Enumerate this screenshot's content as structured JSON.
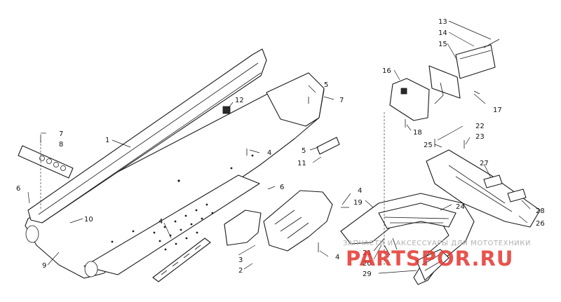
{
  "callouts": {
    "c1": "1",
    "c2": "2",
    "c3": "3",
    "c4a": "4",
    "c4b": "4",
    "c4c": "4",
    "c4d": "4",
    "c5a": "5",
    "c5b": "5",
    "c6a": "6",
    "c6b": "6",
    "c7a": "7",
    "c7b": "7",
    "c8": "8",
    "c9": "9",
    "c10": "10",
    "c11": "11",
    "c12": "12",
    "c13": "13",
    "c14": "14",
    "c15": "15",
    "c16": "16",
    "c17": "17",
    "c18": "18",
    "c19": "19",
    "c20": "20",
    "c21": "21",
    "c22": "22",
    "c23": "23",
    "c24": "24",
    "c25": "25",
    "c26": "26",
    "c27": "27",
    "c28": "28",
    "c29": "29"
  },
  "watermark": {
    "subtitle": "ЗАПЧАСТИ И АКСЕССУАРЫ ДЛЯ МОТОТЕХНИКИ",
    "brand": "PARTSPOR.RU"
  }
}
